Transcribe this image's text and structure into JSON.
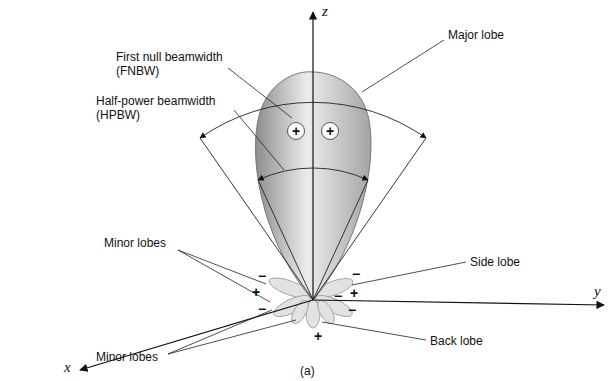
{
  "diagram": {
    "nodes": [
      {
        "text": [
          "+"
        ]
      },
      {
        "text": [
          "+"
        ]
      }
    ],
    "labels": [
      "z",
      "First null beamwidth (FNBW)",
      "Major lobe",
      "Half-power beamwidth (HPBW)",
      "Minor lobes",
      "Side lobe",
      "−",
      "+",
      "−",
      "−",
      "−",
      "+",
      "−",
      "+",
      "y",
      "Back lobe",
      "Minor lobes",
      "x",
      "(a)"
    ]
  }
}
